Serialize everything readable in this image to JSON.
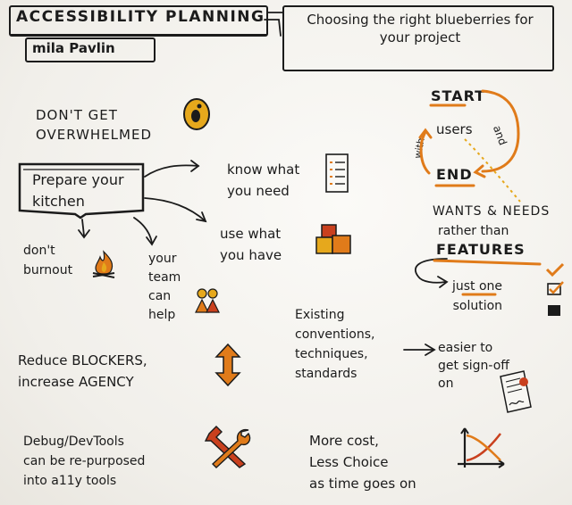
{
  "header": {
    "title": "ACCESSIBILITY PLANNING",
    "author": "mila Pavlin",
    "subtitle": "Choosing the right blueberries for your project"
  },
  "notes": {
    "overwhelmed": "DON'T GET\nOVERWHELMED",
    "prepare_kitchen": "Prepare your\nkitchen",
    "know_need": "know what\nyou need",
    "use_have": "use what\nyou have",
    "dont_burnout": "don't\nburnout",
    "team_help": "your\nteam\ncan\nhelp",
    "reduce_blockers": "Reduce BLOCKERS,\nincrease AGENCY",
    "existing": "Existing\nconventions,\ntechniques,\nstandards",
    "signoff": "easier to\nget sign-off\non",
    "devtools": "Debug/DevTools\ncan be re-purposed\ninto a11y tools",
    "more_cost": "More cost,\nLess Choice\nas time goes on"
  },
  "cycle": {
    "start": "START",
    "users": "users",
    "and": "and",
    "with": "with",
    "end": "END"
  },
  "wants": {
    "line1": "WANTS & NEEDS",
    "line2": "rather than",
    "line3": "FEATURES"
  },
  "solution": {
    "label": "just one\nsolution"
  },
  "colors": {
    "ink": "#1b1b1b",
    "accent_orange": "#e07b1a",
    "accent_yellow": "#e6a81c",
    "accent_red": "#c9401e",
    "paper": "#f4f3ef"
  },
  "icons": [
    "face-icon",
    "checklist-icon",
    "blocks-icon",
    "fire-icon",
    "people-icon",
    "double-arrow-icon",
    "document-icon",
    "tools-icon",
    "graph-icon",
    "checkbox-icon"
  ]
}
